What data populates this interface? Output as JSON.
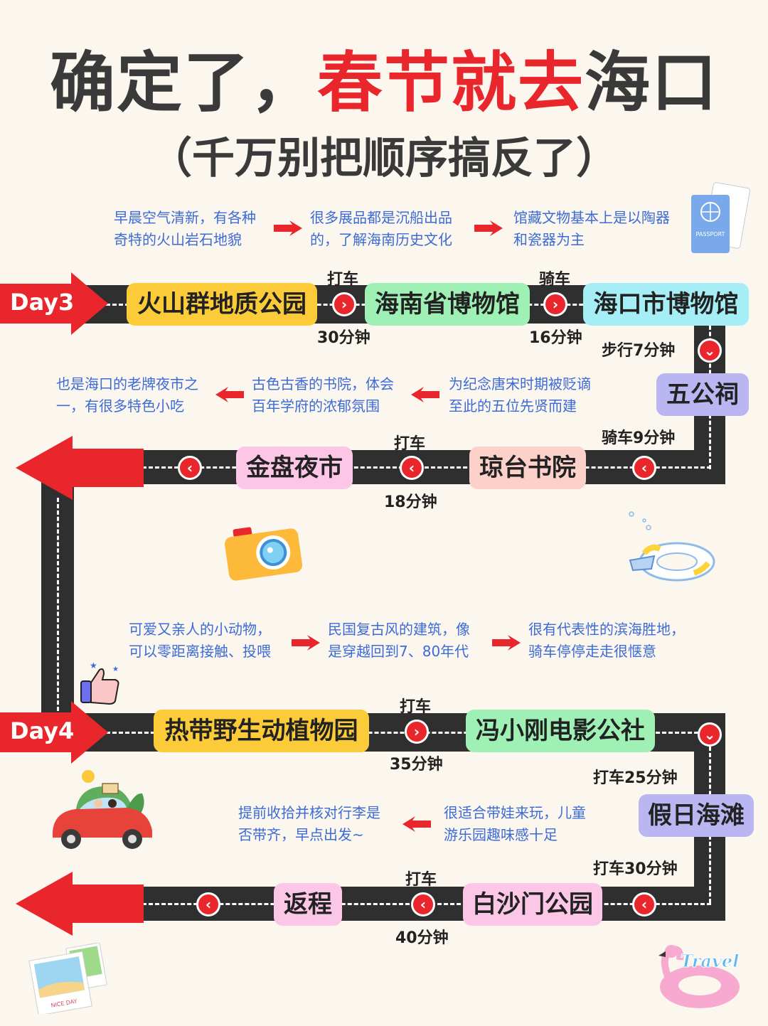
{
  "header": {
    "title_part1": "确定了，",
    "title_part2": "春节就去",
    "title_part3": "海口",
    "subtitle": "（千万别把顺序搞反了）"
  },
  "day3": {
    "label": "Day3",
    "row1": {
      "stops": [
        "火山群地质公园",
        "海南省博物馆",
        "海口市博物馆"
      ],
      "transport": [
        {
          "mode": "打车",
          "time": "30分钟"
        },
        {
          "mode": "骑车",
          "time": "16分钟"
        }
      ],
      "descriptions": [
        [
          "早晨空气清新，有各种",
          "奇特的火山岩石地貌"
        ],
        [
          "很多展品都是沉船出品",
          "的，了解海南历史文化"
        ],
        [
          "馆藏文物基本上是以陶器",
          "和瓷器为主"
        ]
      ]
    },
    "link1": "步行7分钟",
    "middle_stop": "五公祠",
    "link2": "骑车9分钟",
    "row2": {
      "stops": [
        "琼台书院",
        "金盘夜市"
      ],
      "transport": [
        {
          "mode": "打车",
          "time": "18分钟"
        }
      ],
      "descriptions": [
        [
          "为纪念唐宋时期被贬谪",
          "至此的五位先贤而建"
        ],
        [
          "古色古香的书院，体会",
          "百年学府的浓郁氛围"
        ],
        [
          "也是海口的老牌夜市之",
          "一，有很多特色小吃"
        ]
      ]
    }
  },
  "day4": {
    "label": "Day4",
    "row1": {
      "stops": [
        "热带野生动植物园",
        "冯小刚电影公社"
      ],
      "transport": [
        {
          "mode": "打车",
          "time": "35分钟"
        }
      ],
      "descriptions": [
        [
          "可爱又亲人的小动物，",
          "可以零距离接触、投喂"
        ],
        [
          "民国复古风的建筑，像",
          "是穿越回到7、80年代"
        ],
        [
          "很有代表性的滨海胜地，",
          "骑车停停走走很惬意"
        ]
      ]
    },
    "link1": "打车25分钟",
    "middle_stop": "假日海滩",
    "link2": "打车30分钟",
    "row2": {
      "stops": [
        "白沙门公园",
        "返程"
      ],
      "transport": [
        {
          "mode": "打车",
          "time": "40分钟"
        }
      ],
      "descriptions": [
        [
          "很适合带娃来玩，儿童",
          "游乐园趣味感十足"
        ],
        [
          "提前收拾并核对行李是",
          "否带齐，早点出发~"
        ]
      ]
    }
  },
  "stickers": {
    "passport_text": "PASSPORT",
    "photo_text": "NICE DAY",
    "travel_text": "Travel"
  },
  "colors": {
    "accent_red": "#e8262b",
    "road": "#2f2f2f",
    "desc_blue": "#3d6bd6"
  }
}
